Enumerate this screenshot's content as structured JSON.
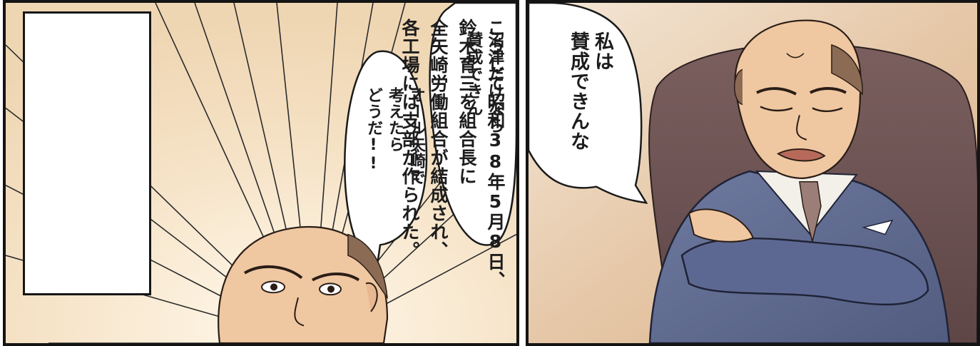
{
  "narration": {
    "text": "こうして昭和38年5月8日、\n鈴木育三を組合長に\n全矢崎労働組合が結成され、\n各工場には支部が作られた。"
  },
  "bubbles": {
    "numazu": "沼津だけなら\n賛成できん",
    "all_yazaki": "オール矢崎で\n考えたら\nどうだ!!",
    "watashi": "私は\n賛成できんな"
  }
}
